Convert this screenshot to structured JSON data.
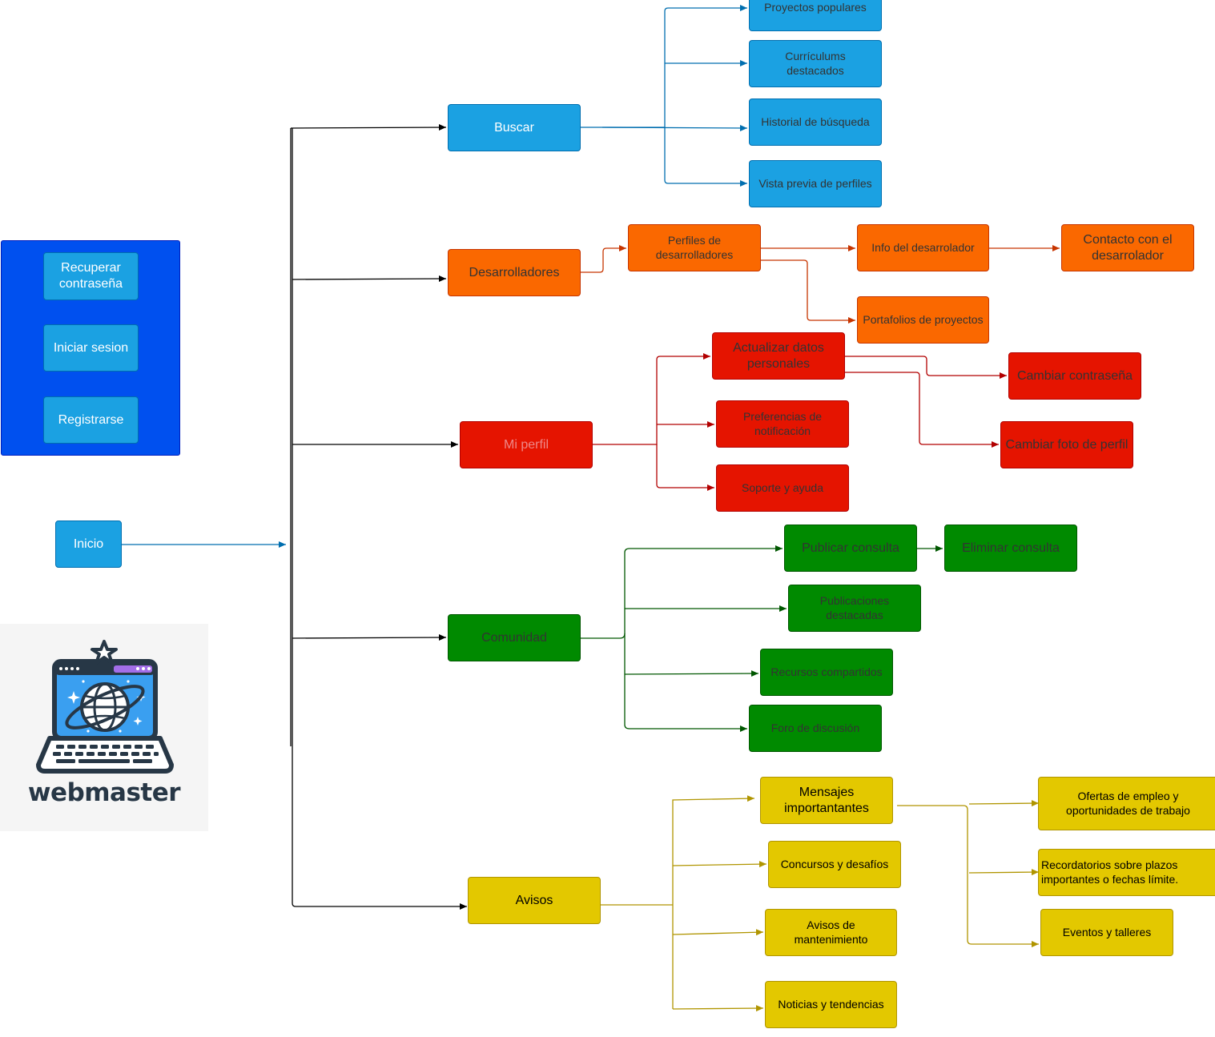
{
  "auth": {
    "recover": "Recuperar\ncontraseña",
    "login": "Iniciar sesion",
    "register": "Registrarse"
  },
  "start": "Inicio",
  "logo": {
    "word": "webmaster"
  },
  "buscar": {
    "label": "Buscar",
    "color": "#1ba1e2",
    "children": [
      "Proyectos populares",
      "Currículums\ndestacados",
      "Historial de búsqueda",
      "Vista previa de perfiles"
    ]
  },
  "desarrolladores": {
    "label": "Desarrolladores",
    "color": "#fa6800",
    "perfiles": "Perfiles de\ndesarrolladores",
    "info": "Info del desarrolador",
    "contacto": "Contacto con el\ndesarrolador",
    "portafolios": "Portafolios de proyectos"
  },
  "perfil": {
    "label": "Mi perfil",
    "color": "#e51400",
    "actualizar": "Actualizar datos\npersonales",
    "preferencias": "Preferencias de\nnotificación",
    "soporte": "Soporte y ayuda",
    "cambiar_pass": "Cambiar contraseña",
    "cambiar_foto": "Cambiar foto de perfil"
  },
  "comunidad": {
    "label": "Comunidad",
    "color": "#008a00",
    "publicar": "Publicar consulta",
    "eliminar": "Eliminar consulta",
    "destacadas": "Publicaciones\ndestacadas",
    "recursos": "Recursos compartidos",
    "foro": "Foro de discusión"
  },
  "avisos": {
    "label": "Avisos",
    "color": "#e3c800",
    "mensajes": "Mensajes\nimportantantes",
    "concursos": "Concursos y desafíos",
    "mantenimiento": "Avisos de\nmantenimiento",
    "noticias": "Noticias y tendencias",
    "ofertas": "Ofertas de empleo y\noportunidades de trabajo",
    "recordatorios": "Recordatorios sobre plazos\nimportantes o fechas límite.",
    "eventos": "Eventos y talleres"
  }
}
